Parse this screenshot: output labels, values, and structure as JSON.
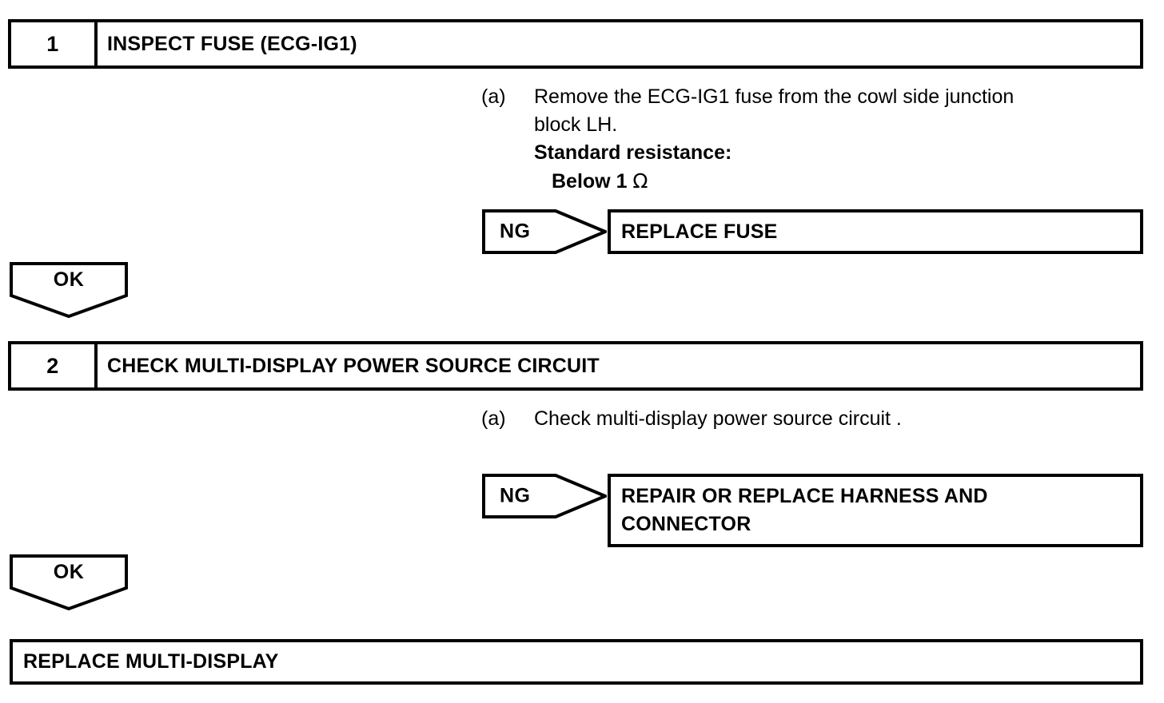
{
  "document": {
    "type": "troubleshooting-flowchart",
    "title": "Multi-Display Power Source Diagnostic Procedure"
  },
  "steps": [
    {
      "number": "1",
      "title": "INSPECT FUSE (ECG-IG1)",
      "instruction": {
        "marker": "(a)",
        "line1": "Remove the ECG-IG1 fuse from the cowl side junction",
        "line2": "block LH.",
        "standard_label": "Standard resistance:",
        "standard_value": "Below 1 ",
        "unit_symbol": "Ω"
      },
      "ng": {
        "label": "NG",
        "result_line1": "REPLACE FUSE"
      },
      "ok": {
        "label": "OK"
      }
    },
    {
      "number": "2",
      "title": "CHECK MULTI-DISPLAY POWER SOURCE CIRCUIT",
      "instruction": {
        "marker": "(a)",
        "line1": "Check multi-display power source circuit ."
      },
      "ng": {
        "label": "NG",
        "result_line1": "REPAIR OR REPLACE HARNESS AND",
        "result_line2": "CONNECTOR"
      },
      "ok": {
        "label": "OK"
      }
    }
  ],
  "final": {
    "label": "REPLACE MULTI-DISPLAY"
  },
  "colors": {
    "ink": "#000000",
    "background": "#ffffff"
  }
}
